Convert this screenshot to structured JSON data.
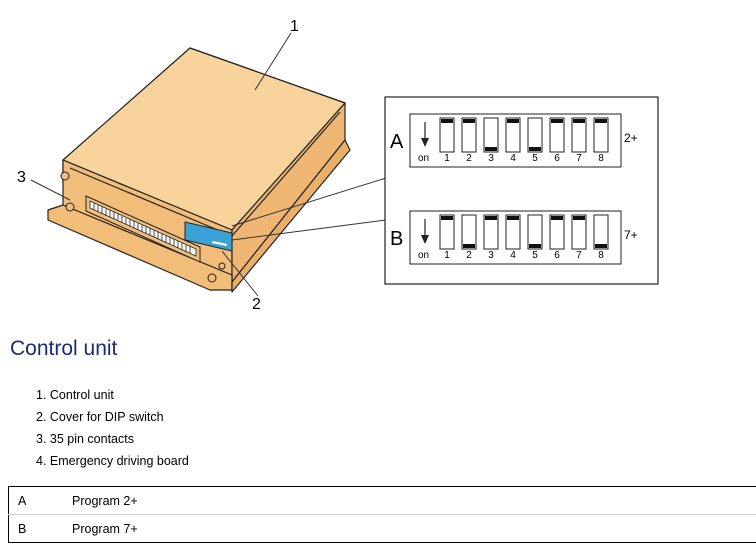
{
  "callouts": {
    "c1": "1",
    "c2": "2",
    "c3": "3"
  },
  "dip_panel": {
    "on_label": "on",
    "rows": [
      {
        "label": "A",
        "program": "2+",
        "switches": [
          "1",
          "2",
          "3",
          "4",
          "5",
          "6",
          "7",
          "8"
        ],
        "on_positions": [
          1,
          2,
          4,
          6,
          7,
          8
        ]
      },
      {
        "label": "B",
        "program": "7+",
        "switches": [
          "1",
          "2",
          "3",
          "4",
          "5",
          "6",
          "7",
          "8"
        ],
        "on_positions": [
          1,
          3,
          4,
          6,
          7
        ]
      }
    ]
  },
  "title": "Control unit",
  "parts": [
    "1. Control unit",
    "2. Cover for DIP switch",
    "3. 35 pin contacts",
    "4. Emergency driving board"
  ],
  "programs": [
    {
      "key": "A",
      "value": "Program 2+"
    },
    {
      "key": "B",
      "value": "Program 7+"
    }
  ],
  "colors": {
    "housing": "#f7c98a",
    "housing_top": "#f9d39c",
    "dip_cover": "#3aa2d6",
    "title": "#1a2a7a"
  }
}
